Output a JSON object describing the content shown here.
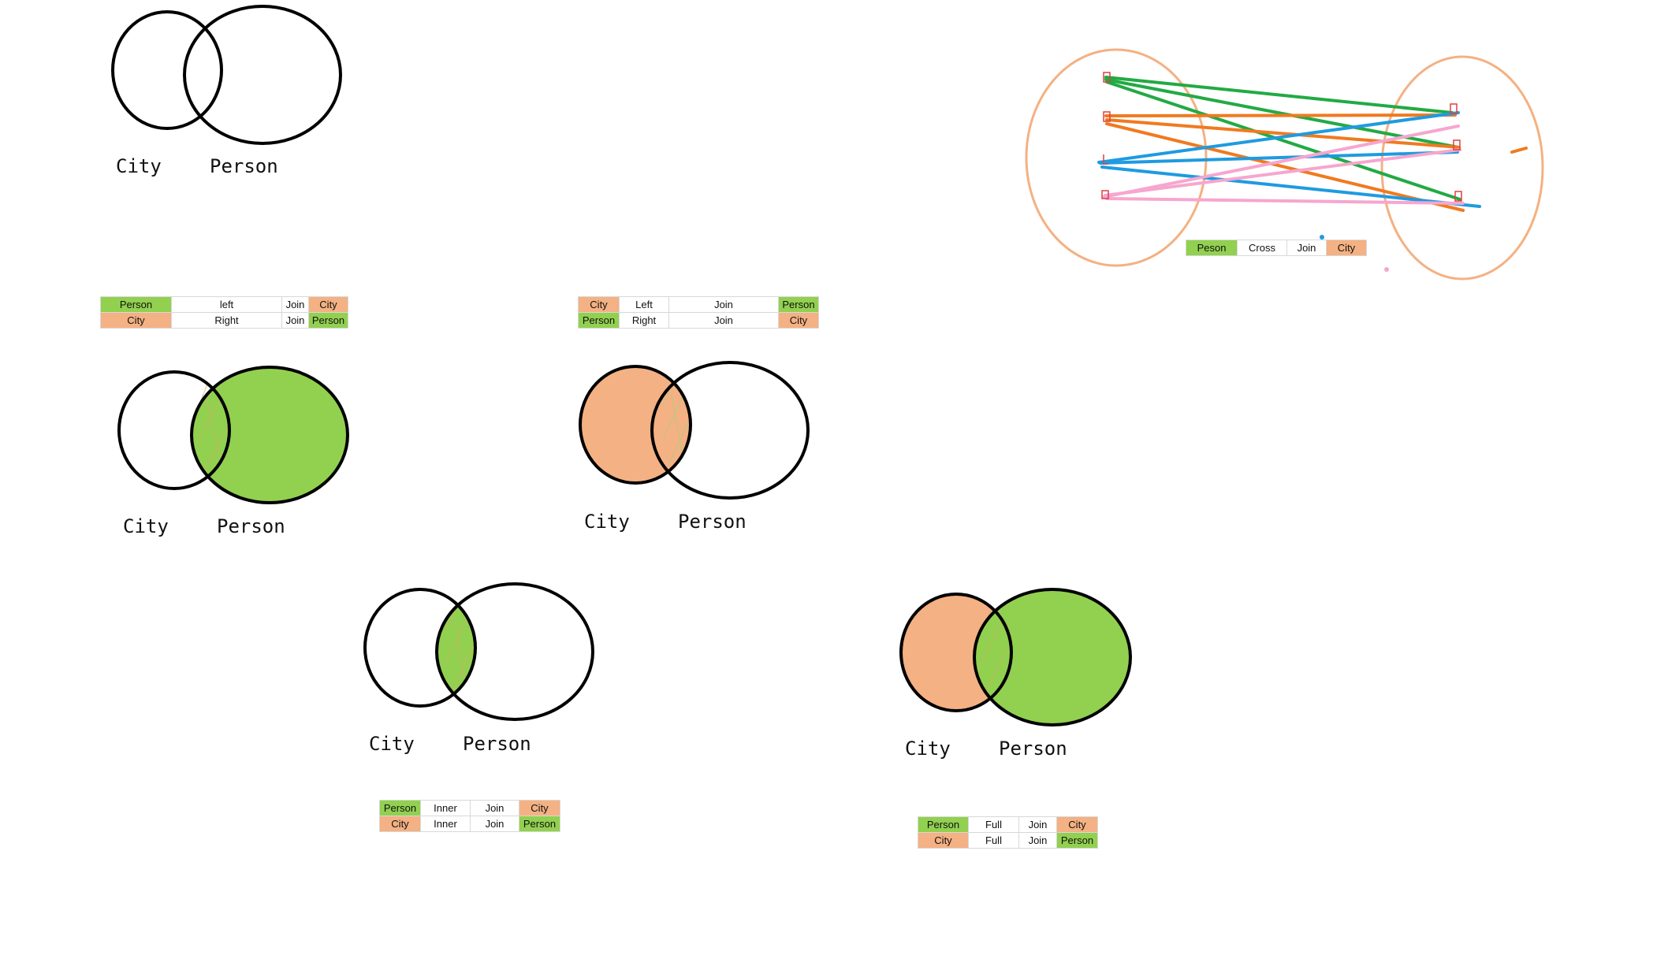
{
  "colors": {
    "green": "#92d050",
    "orange": "#f4b183",
    "outline": "#000000",
    "cross_ellipse": "#f4b183",
    "line_green": "#22aa44",
    "line_orange": "#f07a20",
    "line_blue": "#1e9be0",
    "line_pink": "#f6a6cf",
    "marker_red": "#e04040"
  },
  "icons": {
    "venn": "venn-diagram-icon",
    "cross": "cross-join-lines-icon"
  },
  "venns": [
    {
      "id": "blank",
      "fill": "none",
      "labels": {
        "city": "City",
        "person": "Person"
      }
    },
    {
      "id": "right",
      "fill": "person",
      "labels": {
        "city": "City",
        "person": "Person"
      }
    },
    {
      "id": "left",
      "fill": "city",
      "labels": {
        "city": "City",
        "person": "Person"
      }
    },
    {
      "id": "inner",
      "fill": "intersection",
      "labels": {
        "city": "City",
        "person": "Person"
      }
    },
    {
      "id": "full",
      "fill": "both",
      "labels": {
        "city": "City",
        "person": "Person"
      }
    }
  ],
  "tables": {
    "right_join": {
      "rows": [
        [
          "Person",
          "left",
          "Join",
          "City"
        ],
        [
          "City",
          "Right",
          "Join",
          "Person"
        ]
      ]
    },
    "left_join": {
      "rows": [
        [
          "City",
          "Left",
          "Join",
          "Person"
        ],
        [
          "Person",
          "Right",
          "Join",
          "City"
        ]
      ]
    },
    "inner_join": {
      "rows": [
        [
          "Person",
          "Inner",
          "Join",
          "City"
        ],
        [
          "City",
          "Inner",
          "Join",
          "Person"
        ]
      ]
    },
    "full_join": {
      "rows": [
        [
          "Person",
          "Full",
          "Join",
          "City"
        ],
        [
          "City",
          "Full",
          "Join",
          "Person"
        ]
      ]
    },
    "cross_join": {
      "rows": [
        [
          "Peson",
          "Cross",
          "Join",
          "City"
        ]
      ]
    }
  }
}
